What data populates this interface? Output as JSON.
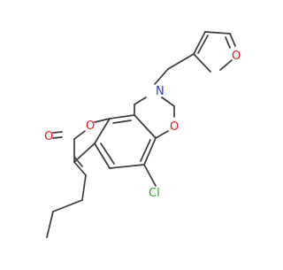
{
  "molecule": {
    "atom_labels": {
      "N": "N",
      "O_furan": "O",
      "O_ring2": "O",
      "O_pyranone": "O",
      "O_carbonyl": "O",
      "Cl": "Cl"
    },
    "colors": {
      "bond": "#3a3a3a",
      "oxygen": "#e8141d",
      "nitrogen": "#2b35d6",
      "chlorine": "#2c9a2c"
    }
  }
}
